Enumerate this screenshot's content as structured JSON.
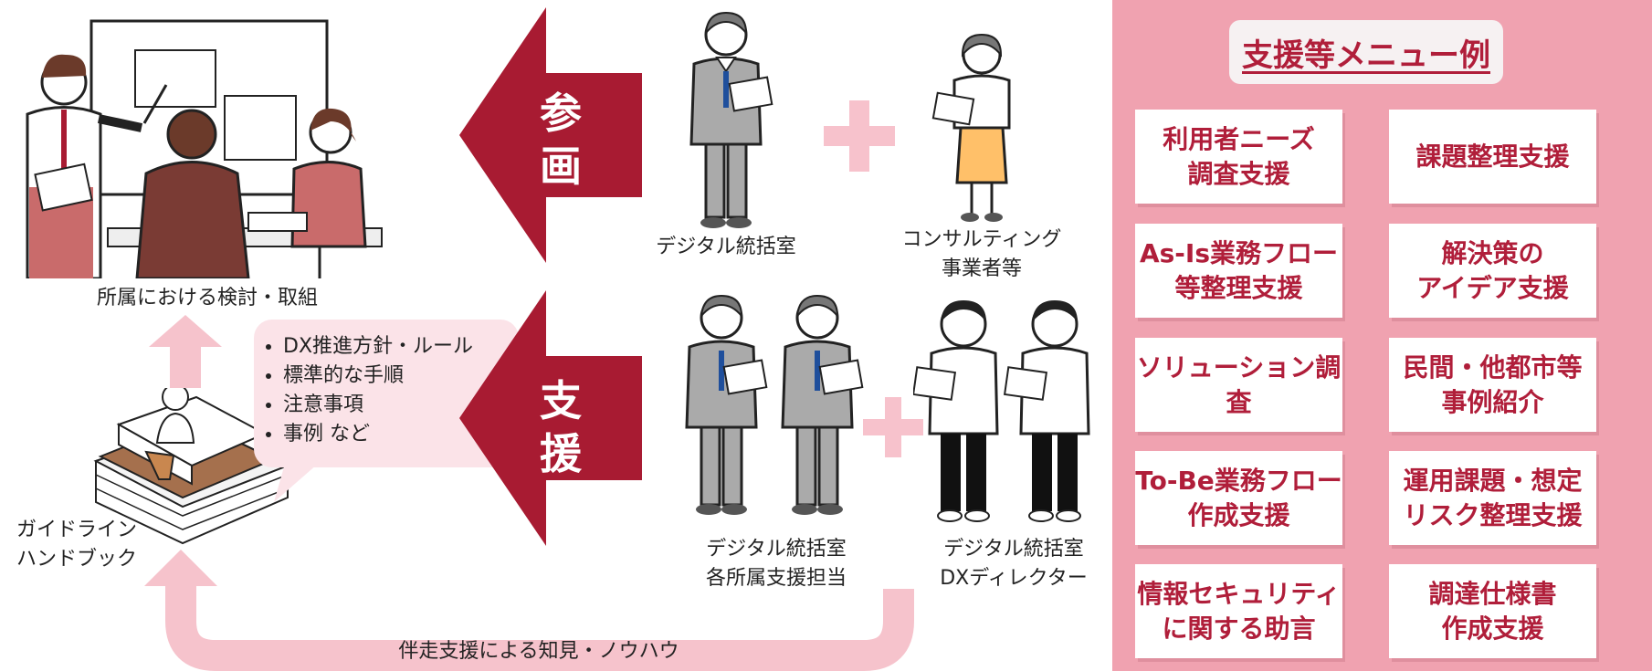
{
  "left": {
    "meeting_caption": "所属における検討・取組",
    "guideline_caption": [
      "ガイドライン",
      "ハンドブック"
    ],
    "bubble_items": [
      "DX推進方針・ルール",
      "標準的な手順",
      "注意事項",
      "事例 など"
    ],
    "bottom_caption": "伴走支援による知見・ノウハウ"
  },
  "arrows": {
    "top_label": [
      "参",
      "画"
    ],
    "bottom_label": [
      "支",
      "援"
    ]
  },
  "people": {
    "top_left_caption": "デジタル統括室",
    "top_right_caption": [
      "コンサルティング",
      "事業者等"
    ],
    "bottom_left_caption": [
      "デジタル統括室",
      "各所属支援担当"
    ],
    "bottom_right_caption": [
      "デジタル統括室",
      "DXディレクター"
    ]
  },
  "menu": {
    "title": "支援等メニュー例",
    "items": [
      "利用者ニーズ\n調査支援",
      "課題整理支援",
      "As-Is業務フロー\n等整理支援",
      "解決策の\nアイデア支援",
      "ソリューション調査",
      "民間・他都市等\n事例紹介",
      "To-Be業務フロー\n作成支援",
      "運用課題・想定\nリスク整理支援",
      "情報セキュリティ\nに関する助言",
      "調達仕様書\n作成支援"
    ]
  },
  "colors": {
    "arrow": "#a81b32",
    "panel": "#f0a2b0",
    "menu_text": "#b01e3a",
    "plus": "#f7c2cc",
    "flow": "#f6c3cc",
    "vest": "#ffc069"
  }
}
